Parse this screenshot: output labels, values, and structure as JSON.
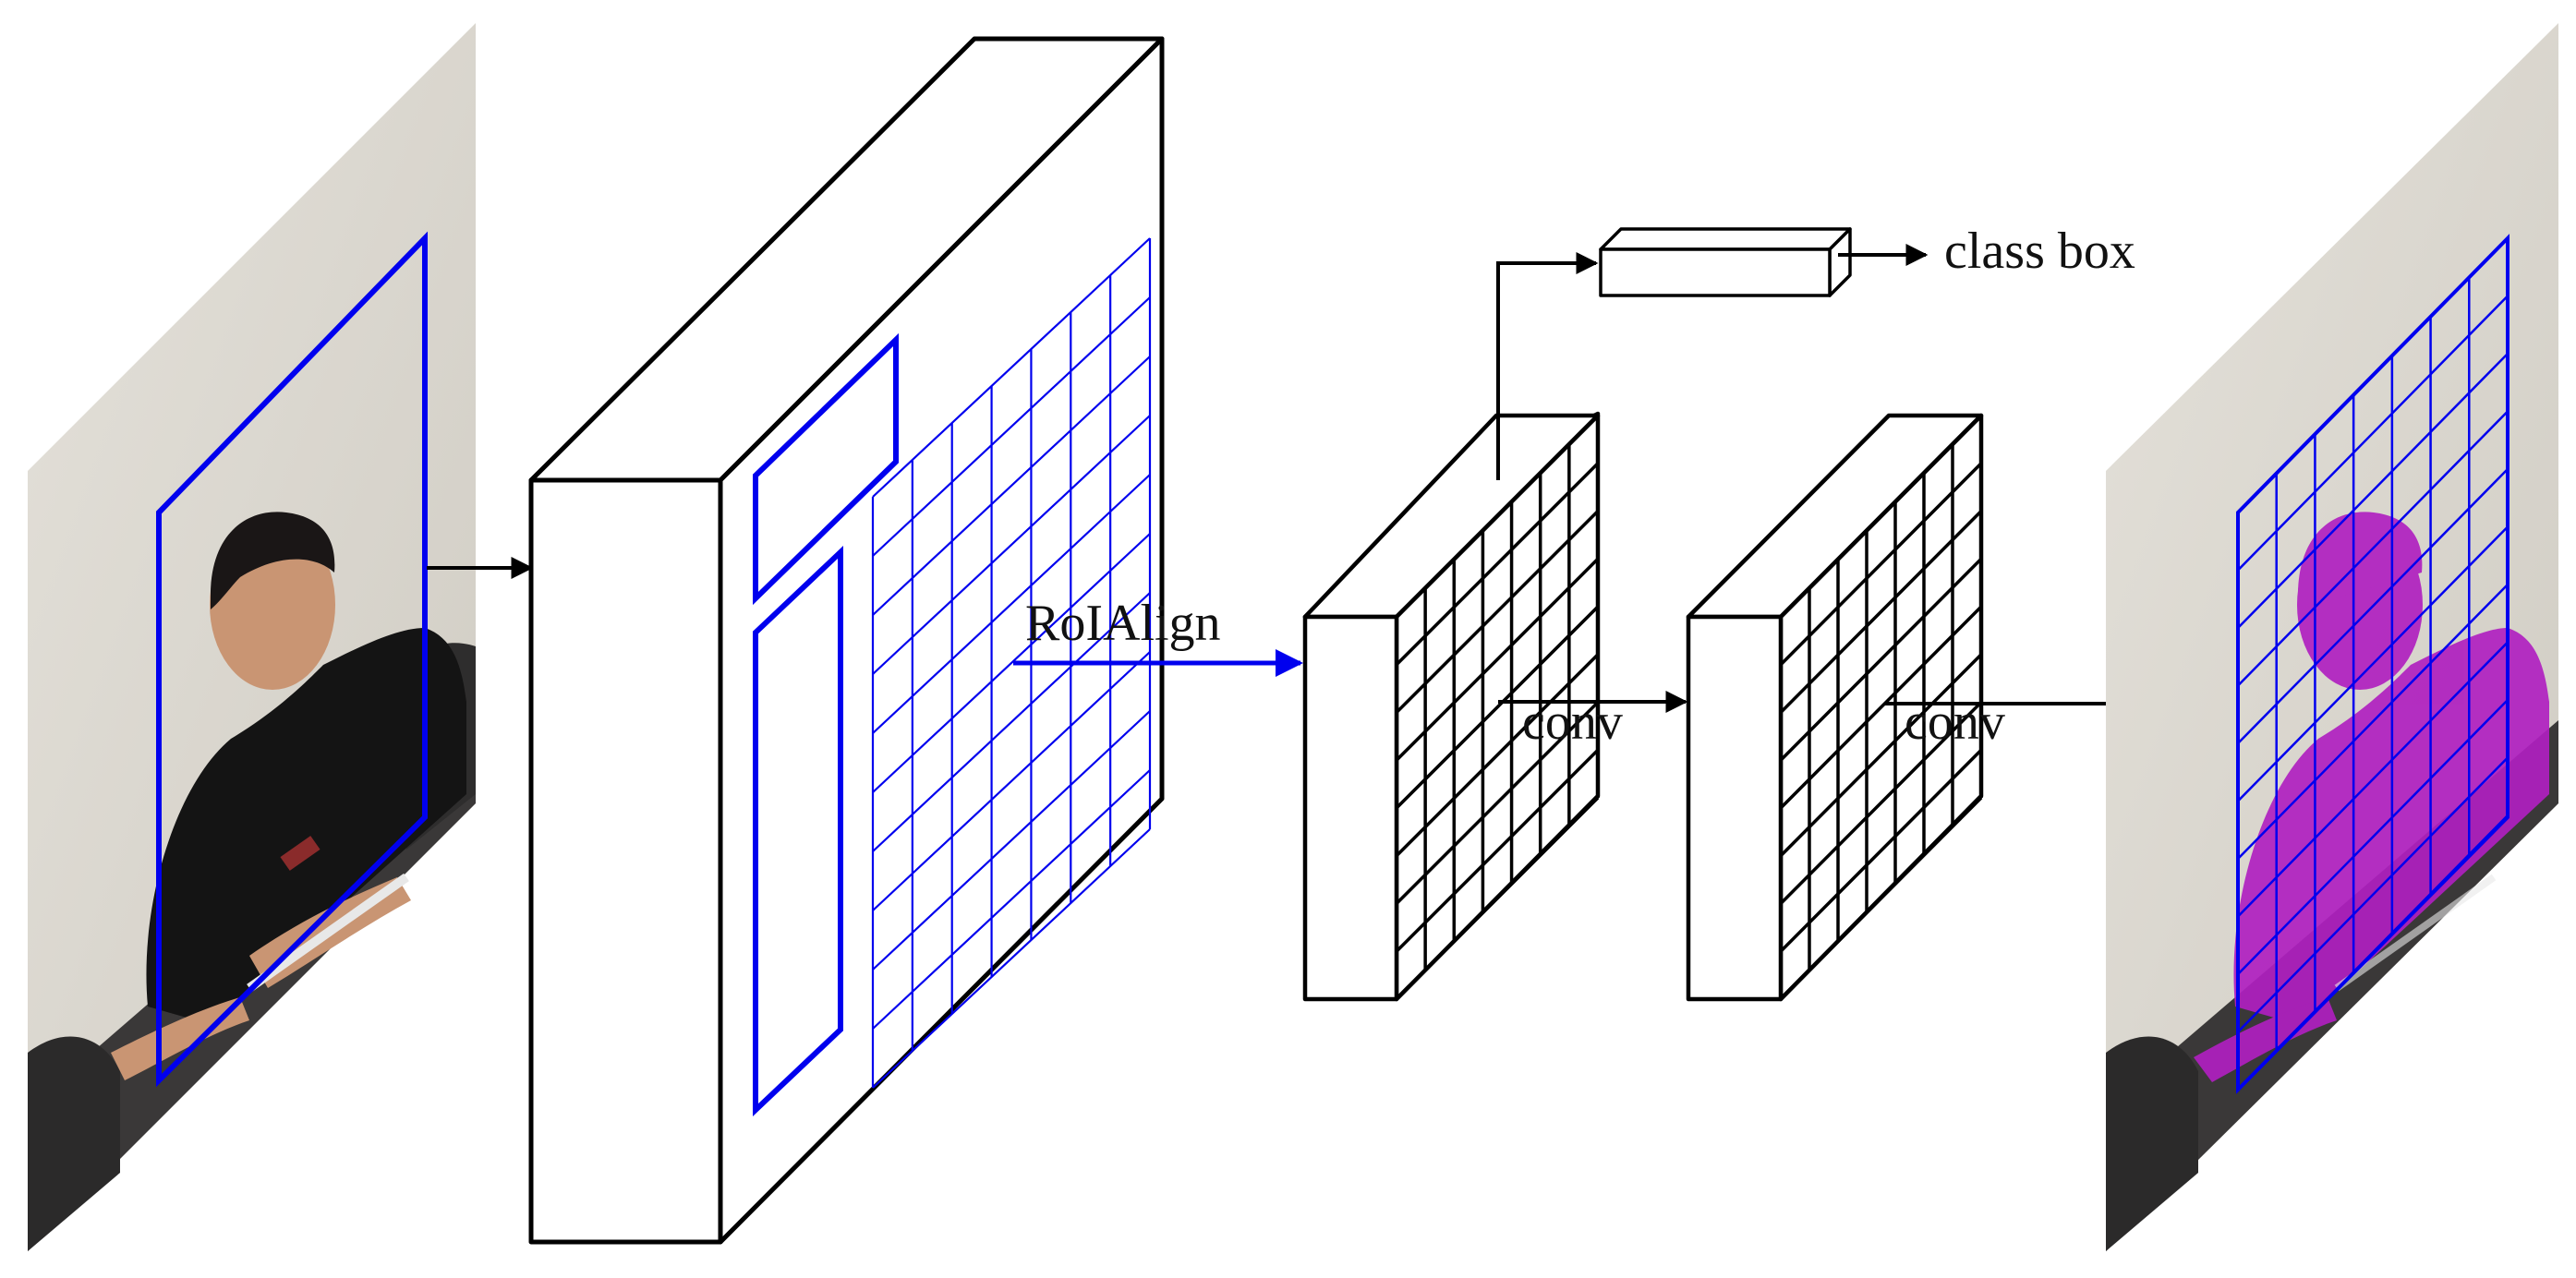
{
  "labels": {
    "roialign": "RoIAlign",
    "conv_first": "conv",
    "conv_second": "conv",
    "class_box": "class box"
  },
  "colors": {
    "box_blue": "#0000ee",
    "mask_magenta": "#b020c0",
    "stroke_black": "#000000",
    "wall": "#d7d4cc"
  }
}
